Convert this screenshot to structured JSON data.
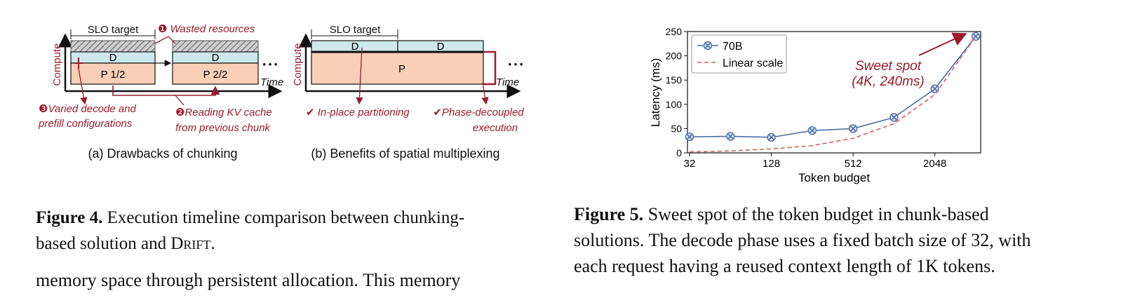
{
  "fig4": {
    "left": {
      "slo_label": "SLO target",
      "compute_label": "Compute",
      "time_label": "Time",
      "decode_label": "D",
      "chunk1_label": "P 1/2",
      "chunk2_label": "P 2/2",
      "ellipsis": "• • •",
      "annotation_1": "❶ Wasted resources",
      "annotation_2_line1": "❷Reading KV cache",
      "annotation_2_line2": "from previous chunk",
      "annotation_3_line1": "❸Varied decode and",
      "annotation_3_line2": "prefill configurations",
      "subcaption": "(a) Drawbacks of chunking"
    },
    "right": {
      "slo_label": "SLO target",
      "compute_label": "Compute",
      "time_label": "Time",
      "decode_label": "D",
      "prefill_label": "P",
      "ellipsis": "• • •",
      "benefit_1": "✔ In-place partitioning",
      "benefit_2_line1": "✔Phase-decoupled",
      "benefit_2_line2": "execution",
      "subcaption": "(b) Benefits of spatial multiplexing"
    },
    "caption_label": "Figure 4.",
    "caption_text_1": " Execution timeline comparison between chunking-",
    "caption_text_2": "based solution and ",
    "caption_system": "Drift",
    "caption_end": "."
  },
  "body_text": "memory space through persistent allocation. This memory",
  "fig5": {
    "caption_label": "Figure 5.",
    "caption_text_1": " Sweet spot of the token budget in chunk-based",
    "caption_text_2": "solutions. The decode phase uses a fixed batch size of 32, with",
    "caption_text_3": "each request having a reused context length of 1K tokens.",
    "annotation_line1": "Sweet spot",
    "annotation_line2": "(4K, 240ms)"
  },
  "chart_data": {
    "type": "line",
    "xlabel": "Token budget",
    "ylabel": "Latency (ms)",
    "x_scale": "log2",
    "x_ticks": [
      32,
      128,
      512,
      2048
    ],
    "y_ticks": [
      0,
      50,
      100,
      150,
      200,
      250
    ],
    "ylim": [
      0,
      250
    ],
    "xlim": [
      32,
      4096
    ],
    "legend_position": "top-left",
    "series": [
      {
        "name": "70B",
        "color": "#4a6fa5",
        "marker": "x-circle",
        "style": "solid",
        "x": [
          32,
          64,
          128,
          256,
          512,
          1024,
          2048,
          4096
        ],
        "y": [
          33,
          34,
          32,
          46,
          50,
          73,
          132,
          240
        ]
      },
      {
        "name": "Linear scale",
        "color": "#d1605e",
        "style": "dashed",
        "x": [
          32,
          64,
          128,
          256,
          512,
          1024,
          2048,
          4096
        ],
        "y": [
          2,
          4,
          8,
          15,
          30,
          60,
          120,
          240
        ]
      }
    ]
  }
}
